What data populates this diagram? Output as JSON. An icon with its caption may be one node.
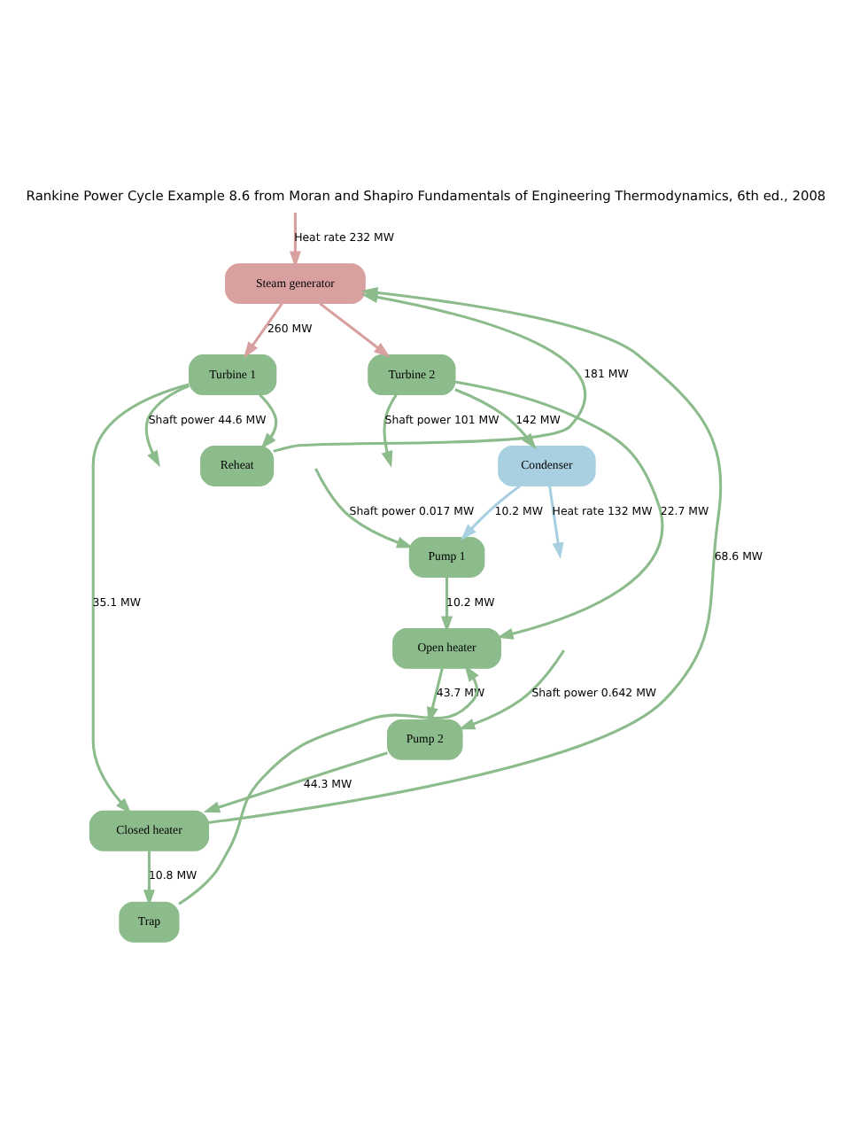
{
  "diagram": {
    "title": "Rankine Power Cycle Example 8.6 from Moran and Shapiro Fundamentals of Engineering Thermodynamics, 6th ed., 2008",
    "nodes": [
      {
        "text": [
          "Steam generator"
        ]
      },
      {
        "text": [
          "Turbine 1"
        ]
      },
      {
        "text": [
          "Reheat"
        ]
      },
      {
        "text": [
          "Turbine 2"
        ]
      },
      {
        "text": [
          "Condenser"
        ]
      },
      {
        "text": [
          "Pump 1"
        ]
      },
      {
        "text": [
          "Open heater"
        ]
      },
      {
        "text": [
          "Pump 2"
        ]
      },
      {
        "text": [
          "Closed heater"
        ]
      },
      {
        "text": [
          "Trap"
        ]
      }
    ],
    "edges": [
      {
        "from": null,
        "to": 0,
        "arrow": "to",
        "label": "Heat rate 232 MW",
        "color": "#d9a0a0"
      },
      {
        "from": 0,
        "to": 1,
        "arrow": "to",
        "label": "260 MW",
        "color": "#d9a0a0"
      },
      {
        "from": 1,
        "to": 2,
        "arrow": "to"
      },
      {
        "from": 2,
        "to": 0,
        "arrow": "to",
        "label": "181 MW"
      },
      {
        "from": 0,
        "to": 3,
        "arrow": "to",
        "color": "#d9a0a0"
      },
      {
        "from": 1,
        "to": null,
        "arrow": "to",
        "label": "Shaft power 44.6 MW"
      },
      {
        "from": 1,
        "to": 8,
        "arrow": "to",
        "label": "35.1 MW"
      },
      {
        "from": 3,
        "to": 6,
        "arrow": "to",
        "label": "22.7 MW"
      },
      {
        "from": 3,
        "to": null,
        "arrow": "to",
        "label": "Shaft power 101 MW"
      },
      {
        "from": 3,
        "to": 4,
        "arrow": "to",
        "label": "142 MW"
      },
      {
        "from": 4,
        "to": null,
        "arrow": "to",
        "label": "Heat rate 132 MW",
        "color": "#a8d0e0"
      },
      {
        "from": 4,
        "to": 5,
        "arrow": "to",
        "label": "10.2 MW",
        "color": "#a8d0e0"
      },
      {
        "from": null,
        "to": 5,
        "arrow": "to",
        "label": "Shaft power 0.017 MW"
      },
      {
        "from": 5,
        "to": 6,
        "arrow": "to",
        "label": "10.2 MW"
      },
      {
        "from": 6,
        "to": 7,
        "arrow": "to",
        "label": "43.7 MW"
      },
      {
        "from": null,
        "to": 7,
        "arrow": "to",
        "label": "Shaft power 0.642 MW"
      },
      {
        "from": 7,
        "to": 8,
        "arrow": "to",
        "label": "44.3 MW"
      },
      {
        "from": 8,
        "to": 0,
        "arrow": "to",
        "label": "68.6 MW"
      },
      {
        "from": 8,
        "to": 9,
        "arrow": "to",
        "label": "10.8 MW"
      },
      {
        "from": 9,
        "to": 6,
        "arrow": "to"
      }
    ]
  }
}
